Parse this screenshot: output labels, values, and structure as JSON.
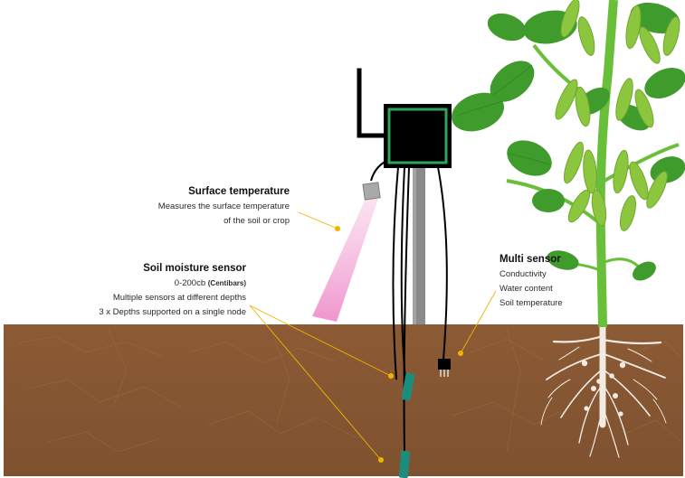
{
  "surface_temperature": {
    "title": "Surface temperature",
    "lines": [
      "Measures the surface temperature",
      "of the soil or crop"
    ]
  },
  "soil_moisture_sensor": {
    "title": "Soil moisture sensor",
    "range": "0-200cb",
    "unit": "(Centibars)",
    "lines": [
      "Multiple sensors at different depths",
      "3 x Depths supported on a single node"
    ]
  },
  "multi_sensor": {
    "title": "Multi sensor",
    "lines": [
      "Conductivity",
      "Water content",
      "Soil temperature"
    ]
  },
  "colors": {
    "soil": "#8a5a34",
    "soil_dark": "#6e4526",
    "leaf": "#3f9b2c",
    "pod": "#8cc63f",
    "stem": "#6abf3a",
    "root": "#f1ebe2",
    "logger_frame": "#2fa35a",
    "sensor_probe": "#1c8c7c",
    "ir_beam": "#f29bcf",
    "callout_dot": "#f0b400",
    "pole": "#8a8a8a"
  }
}
